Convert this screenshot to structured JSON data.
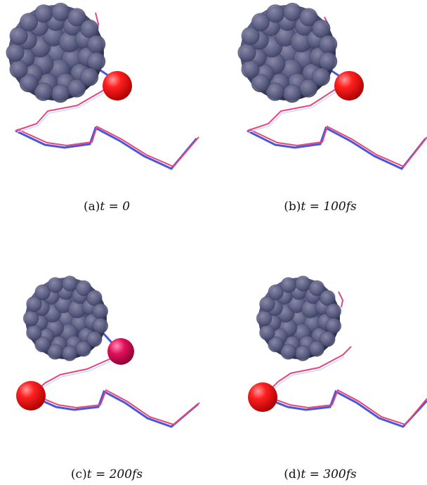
{
  "panels": [
    {
      "id": "a",
      "label": "(a)",
      "caption_math": "t = 0"
    },
    {
      "id": "b",
      "label": "(b)",
      "caption_math": "t = 100fs"
    },
    {
      "id": "c",
      "label": "(c)",
      "caption_math": "t = 200fs"
    },
    {
      "id": "d",
      "label": "(d)",
      "caption_math": "t = 300fs"
    }
  ],
  "colors": {
    "fullerene": "#5a5f86",
    "atom": "#ff1010",
    "chain_red": "#e8457a",
    "chain_blue": "#4b57d6"
  }
}
